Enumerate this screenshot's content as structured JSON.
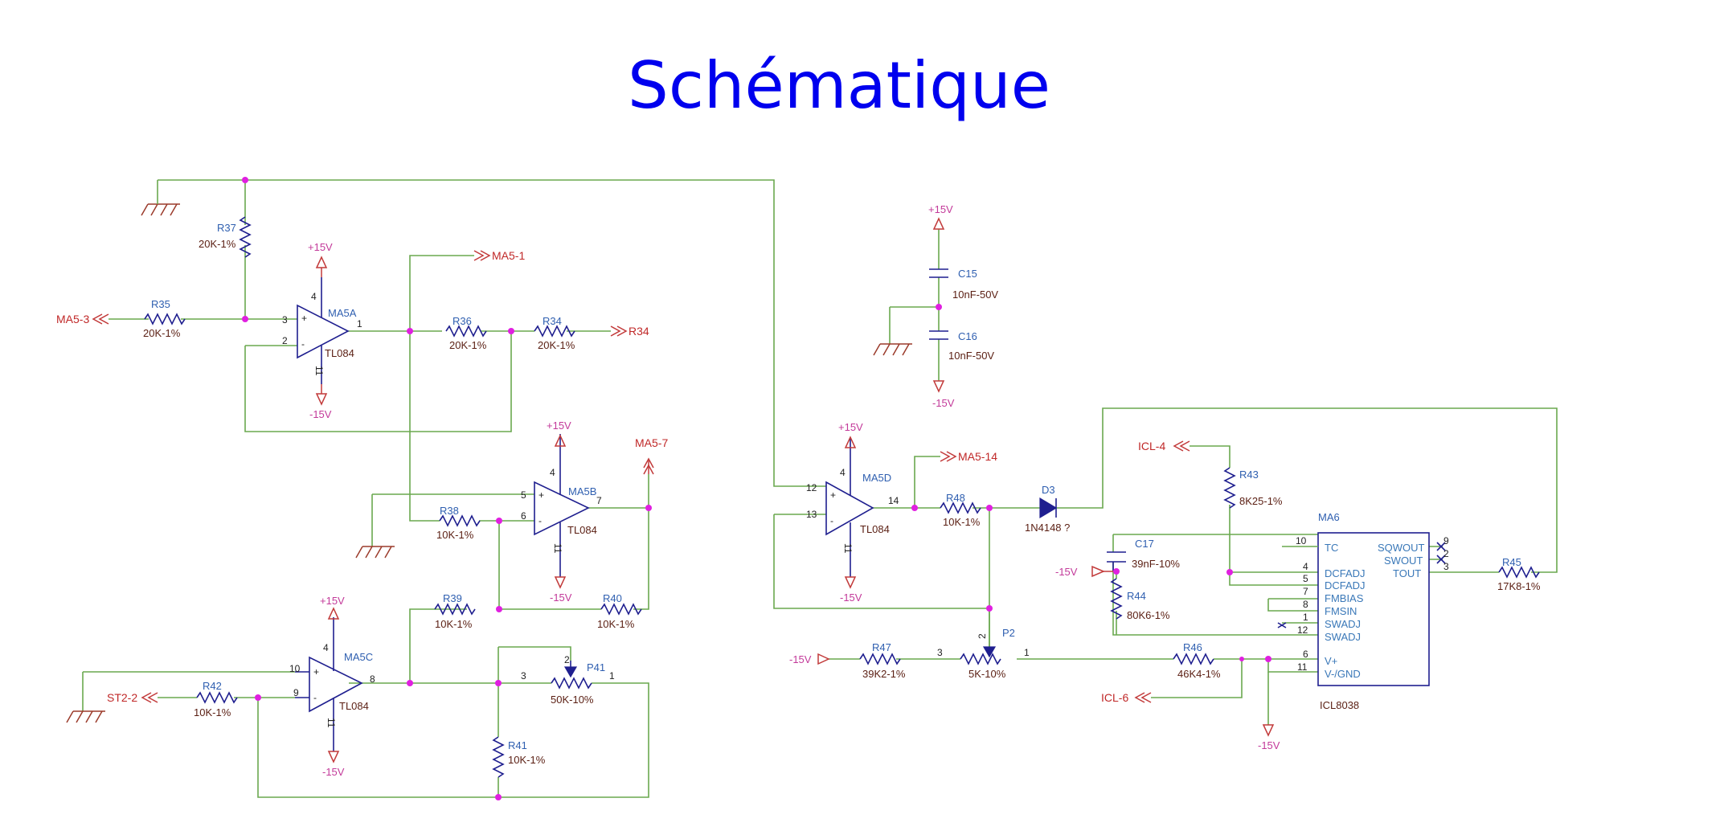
{
  "title": "Schématique",
  "opamps": [
    {
      "ref": "MA5A",
      "value": "TL084",
      "pin_in_p": "3",
      "pin_in_n": "2",
      "pin_out": "1",
      "pin_vp": "4",
      "pin_vn": "11"
    },
    {
      "ref": "MA5B",
      "value": "TL084",
      "pin_in_p": "5",
      "pin_in_n": "6",
      "pin_out": "7",
      "pin_vp": "4",
      "pin_vn": "11"
    },
    {
      "ref": "MA5C",
      "value": "TL084",
      "pin_in_p": "10",
      "pin_in_n": "9",
      "pin_out": "8",
      "pin_vp": "4",
      "pin_vn": "11"
    },
    {
      "ref": "MA5D",
      "value": "TL084",
      "pin_in_p": "12",
      "pin_in_n": "13",
      "pin_out": "14",
      "pin_vp": "4",
      "pin_vn": "11"
    }
  ],
  "resistors": [
    {
      "ref": "R37",
      "value": "20K-1%"
    },
    {
      "ref": "R35",
      "value": "20K-1%"
    },
    {
      "ref": "R36",
      "value": "20K-1%"
    },
    {
      "ref": "R34",
      "value": "20K-1%"
    },
    {
      "ref": "R38",
      "value": "10K-1%"
    },
    {
      "ref": "R39",
      "value": "10K-1%"
    },
    {
      "ref": "R40",
      "value": "10K-1%"
    },
    {
      "ref": "R42",
      "value": "10K-1%"
    },
    {
      "ref": "R41",
      "value": "10K-1%"
    },
    {
      "ref": "R48",
      "value": "10K-1%"
    },
    {
      "ref": "R43",
      "value": "8K25-1%"
    },
    {
      "ref": "R44",
      "value": "80K6-1%"
    },
    {
      "ref": "R45",
      "value": "17K8-1%"
    },
    {
      "ref": "R47",
      "value": "39K2-1%"
    },
    {
      "ref": "R46",
      "value": "46K4-1%"
    }
  ],
  "potentiometers": [
    {
      "ref": "P41",
      "value": "50K-10%",
      "pins": [
        "3",
        "2",
        "1"
      ]
    },
    {
      "ref": "P2",
      "value": "5K-10%",
      "pins": [
        "3",
        "2",
        "1"
      ]
    }
  ],
  "capacitors": [
    {
      "ref": "C15",
      "value": "10nF-50V"
    },
    {
      "ref": "C16",
      "value": "10nF-50V"
    },
    {
      "ref": "C17",
      "value": "39nF-10%"
    }
  ],
  "diode": {
    "ref": "D3",
    "value": "1N4148 ?"
  },
  "ic": {
    "ref": "MA6",
    "value": "ICL8038",
    "left_pins": [
      {
        "num": "10",
        "name": "TC"
      },
      {
        "num": "4",
        "name": "DCFADJ"
      },
      {
        "num": "5",
        "name": "DCFADJ"
      },
      {
        "num": "7",
        "name": "FMBIAS"
      },
      {
        "num": "8",
        "name": "FMSIN"
      },
      {
        "num": "1",
        "name": "SWADJ"
      },
      {
        "num": "12",
        "name": "SWADJ"
      },
      {
        "num": "6",
        "name": "V+"
      },
      {
        "num": "11",
        "name": "V-/GND"
      }
    ],
    "right_pins": [
      {
        "num": "9",
        "name": "SQWOUT"
      },
      {
        "num": "2",
        "name": "SWOUT"
      },
      {
        "num": "3",
        "name": "TOUT"
      }
    ]
  },
  "net_labels": [
    "MA5-3",
    "MA5-1",
    "R34",
    "MA5-7",
    "ST2-2",
    "MA5-14",
    "ICL-4",
    "ICL-6"
  ],
  "power": {
    "pos": "+15V",
    "neg": "-15V"
  }
}
